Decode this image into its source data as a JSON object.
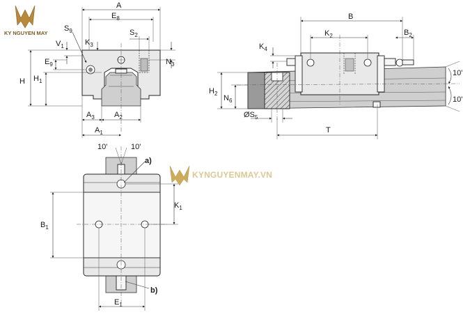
{
  "logo_top": {
    "text": "KY NGUYEN MAY",
    "mark_color": "#b8893b"
  },
  "logo_center": {
    "text": "KYNGUYENMAY.VN",
    "mark_color": "#c9a24a",
    "text_color": "#d8c38a"
  },
  "front_view": {
    "labels": {
      "A": "A",
      "E8": "E",
      "E8_sub": "8",
      "S9": "S",
      "S9_sub": "9",
      "V1": "V",
      "V1_sub": "1",
      "K3": "K",
      "K3_sub": "3",
      "S2": "S",
      "S2_sub": "2",
      "N3": "N",
      "N3_sub": "3",
      "E9": "E",
      "E9_sub": "9",
      "H": "H",
      "H1": "H",
      "H1_sub": "1",
      "A3": "A",
      "A3_sub": "3",
      "A2": "A",
      "A2_sub": "2",
      "A1": "A",
      "A1_sub": "1"
    }
  },
  "side_view": {
    "labels": {
      "B": "B",
      "K2": "K",
      "K2_sub": "2",
      "B2": "B",
      "B2_sub": "2",
      "K4": "K",
      "K4_sub": "4",
      "H2": "H",
      "H2_sub": "2",
      "N6": "N",
      "N6_sub": "6",
      "S5": "ØS",
      "S5_sub": "5",
      "T": "T",
      "angle_top": "10'",
      "angle_bottom": "10'"
    }
  },
  "top_view": {
    "labels": {
      "angle_left": "10'",
      "angle_right": "10'",
      "a": "a)",
      "b": "b)",
      "K1": "K",
      "K1_sub": "1",
      "B1": "B",
      "B1_sub": "1",
      "E1": "E",
      "E1_sub": "1"
    }
  }
}
